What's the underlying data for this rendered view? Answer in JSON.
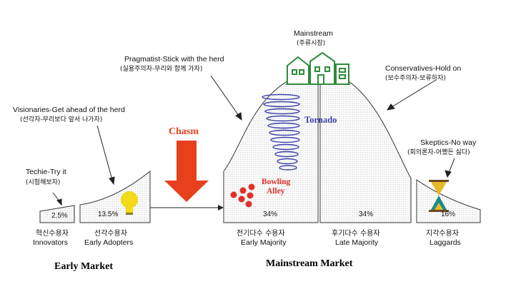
{
  "callouts": {
    "techie": {
      "en": "Techie-Try it",
      "kr": "(시험해보자)"
    },
    "visionaries": {
      "en": "Visionaries-Get ahead of the herd",
      "kr": "(선각자-무리보다 앞서 나가자)"
    },
    "pragmatist": {
      "en": "Pragmatist-Stick with the herd",
      "kr": "(실용주의자-무리와 함께 가자)"
    },
    "mainstream": {
      "en": "Mainstream",
      "kr": "(주류시장)"
    },
    "conservatives": {
      "en": "Conservatives-Hold on",
      "kr": "(보수주의자-보류하자)"
    },
    "skeptics": {
      "en": "Skeptics-No way",
      "kr": "(회의론자-어쨌든 싫다)"
    }
  },
  "labels": {
    "chasm": "Chasm",
    "tornado": "Tornado",
    "bowling_line1": "Bowling",
    "bowling_line2": "Alley"
  },
  "segments": [
    {
      "kr": "혁신수용자",
      "en": "Innovators",
      "pct": "2.5%"
    },
    {
      "kr": "선각수용자",
      "en": "Early Adopters",
      "pct": "13.5%"
    },
    {
      "kr": "전기다수 수용자",
      "en": "Early Majority",
      "pct": "34%"
    },
    {
      "kr": "후기다수 수용자",
      "en": "Late Majority",
      "pct": "34%"
    },
    {
      "kr": "지각수용자",
      "en": "Laggards",
      "pct": "16%"
    }
  ],
  "markets": {
    "early": "Early Market",
    "mainstream": "Mainstream Market"
  },
  "colors": {
    "chasm_arrow": "#e8401c",
    "tornado": "#3b3fa8",
    "bowling": "#e0302a",
    "bulb": "#f2d91a",
    "house": "#2e8a3a"
  }
}
